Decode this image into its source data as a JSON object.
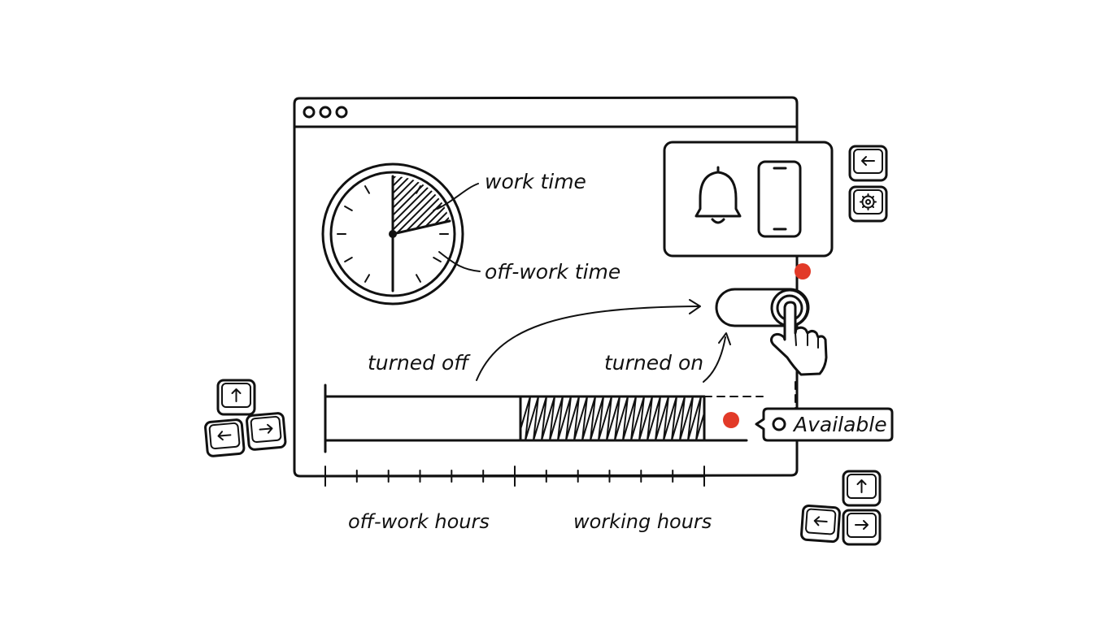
{
  "clock": {
    "work_label": "work time",
    "off_label": "off-work time"
  },
  "toggle": {
    "before_label": "turned off",
    "after_label": "turned on"
  },
  "timeline": {
    "off_hours_label": "off-work hours",
    "working_hours_label": "working hours"
  },
  "status": {
    "label": "Available"
  },
  "icons": {
    "notification": "bell-icon",
    "device": "smartphone-icon",
    "keys": [
      "arrow-left-key",
      "gear-key",
      "arrow-up-key",
      "arrow-down-key",
      "arrow-right-key"
    ]
  },
  "colors": {
    "ink": "#111111",
    "indicator": "#e23a28",
    "background": "#ffffff"
  }
}
